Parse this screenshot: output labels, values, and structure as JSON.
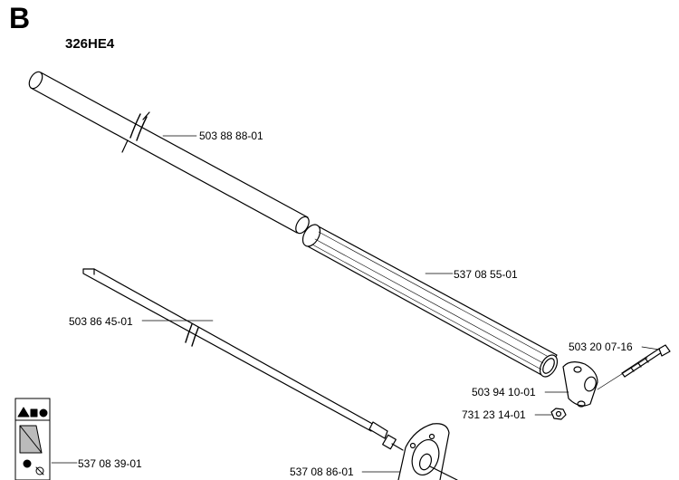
{
  "header": {
    "section": "B",
    "model": "326HE4"
  },
  "parts": {
    "tube_upper": "503 88 88-01",
    "tube_sleeve": "537 08 55-01",
    "drive_shaft": "503 86 45-01",
    "bolt": "503 20 07-16",
    "clamp": "503 94 10-01",
    "nut": "731 23 14-01",
    "decal": "537 08 39-01",
    "gear_cover": "537 08 86-01"
  }
}
